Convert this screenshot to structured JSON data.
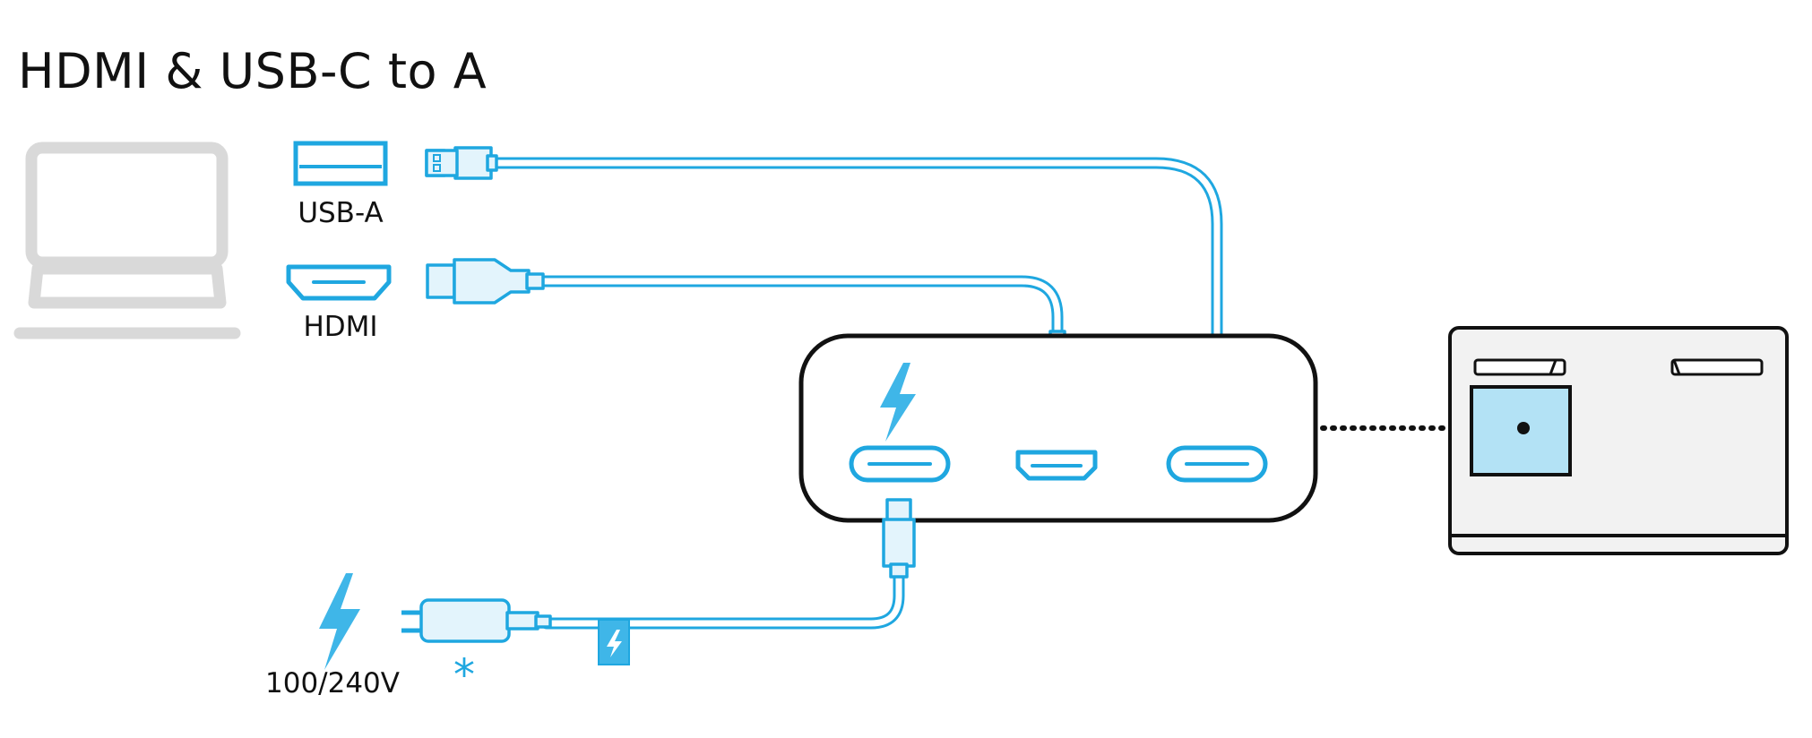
{
  "title": "HDMI & USB-C to A",
  "labels": {
    "usb_a": "USB-A",
    "hdmi": "HDMI",
    "power": "100/240V",
    "asterisk": "*"
  },
  "colors": {
    "cable": "#1fa7e0",
    "connector_fill": "#e3f4fc",
    "hub_body": "#000000",
    "device_body": "#f2f2f2",
    "laptop_outline": "#d9d9d9"
  },
  "icons": [
    "laptop-icon",
    "usb-a-port-icon",
    "hdmi-port-icon",
    "lightning-icon",
    "power-plug-icon",
    "hub-icon",
    "projector-icon"
  ]
}
